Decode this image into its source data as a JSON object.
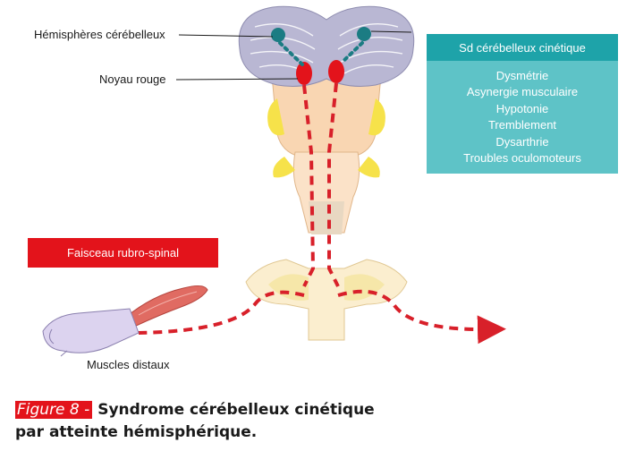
{
  "labels": {
    "hemispheres": "Hémisphères cérébelleux",
    "red_nucleus": "Noyau rouge",
    "distal_muscles": "Muscles distaux"
  },
  "syndrome_panel": {
    "title": "Sd cérébelleux cinétique",
    "items": [
      "Dysmétrie",
      "Asynergie musculaire",
      "Hypotonie",
      "Tremblement",
      "Dysarthrie",
      "Troubles oculomoteurs"
    ]
  },
  "tract_panel": {
    "title": "Faisceau rubro-spinal"
  },
  "caption": {
    "tag": "Figure 8 -",
    "line1": "Syndrome cérébelleux cinétique",
    "line2": "par atteinte hémisphérique."
  },
  "colors": {
    "teal_head": "#1ea3a9",
    "teal_body": "#5ec3c7",
    "red": "#e3131b",
    "tract_red": "#d8202a",
    "cerebellum": "#b9b7d3",
    "nucleus": "#1b7c83",
    "brainstem": "#f9d6b2",
    "yellow": "#f6e24a",
    "cord": "#fbeecf",
    "hand": "#dcd3ef",
    "muscle": "#e06b62"
  },
  "icons": [
    "cerebellum-illustration",
    "brainstem-illustration",
    "spinal-cord-section",
    "hand-forearm-illustration",
    "muscle-illustration",
    "arrow-right-icon"
  ]
}
